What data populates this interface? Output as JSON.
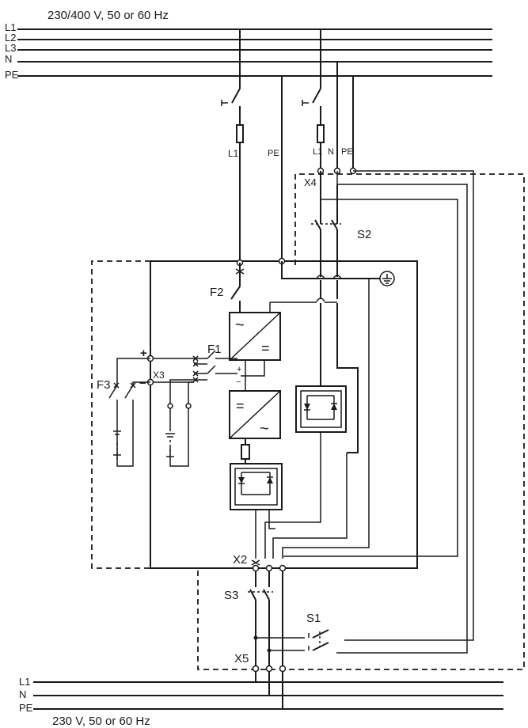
{
  "supply_top": {
    "voltage_label": "230/400 V, 50 or 60 Hz",
    "lines": [
      "L1",
      "L2",
      "L3",
      "N",
      "PE"
    ]
  },
  "supply_bottom": {
    "voltage_label": "230 V, 50 or 60 Hz",
    "lines": [
      "L1",
      "N",
      "PE"
    ]
  },
  "tap_labels": {
    "left_l1": "L1",
    "left_pe": "PE",
    "right_l1": "L1",
    "right_n": "N",
    "right_pe": "PE"
  },
  "components": {
    "x4": "X4",
    "s2": "S2",
    "f2": "F2",
    "f1": "F1",
    "f3": "F3",
    "x3": "X3",
    "x2": "X2",
    "s3": "S3",
    "s1": "S1",
    "x5": "X5",
    "plus": "+",
    "minus": "−",
    "small_plus": "+",
    "small_minus": "−",
    "ac": "~",
    "dc": "="
  },
  "colors": {
    "line": "#1a1a1a",
    "background": "#ffffff"
  }
}
